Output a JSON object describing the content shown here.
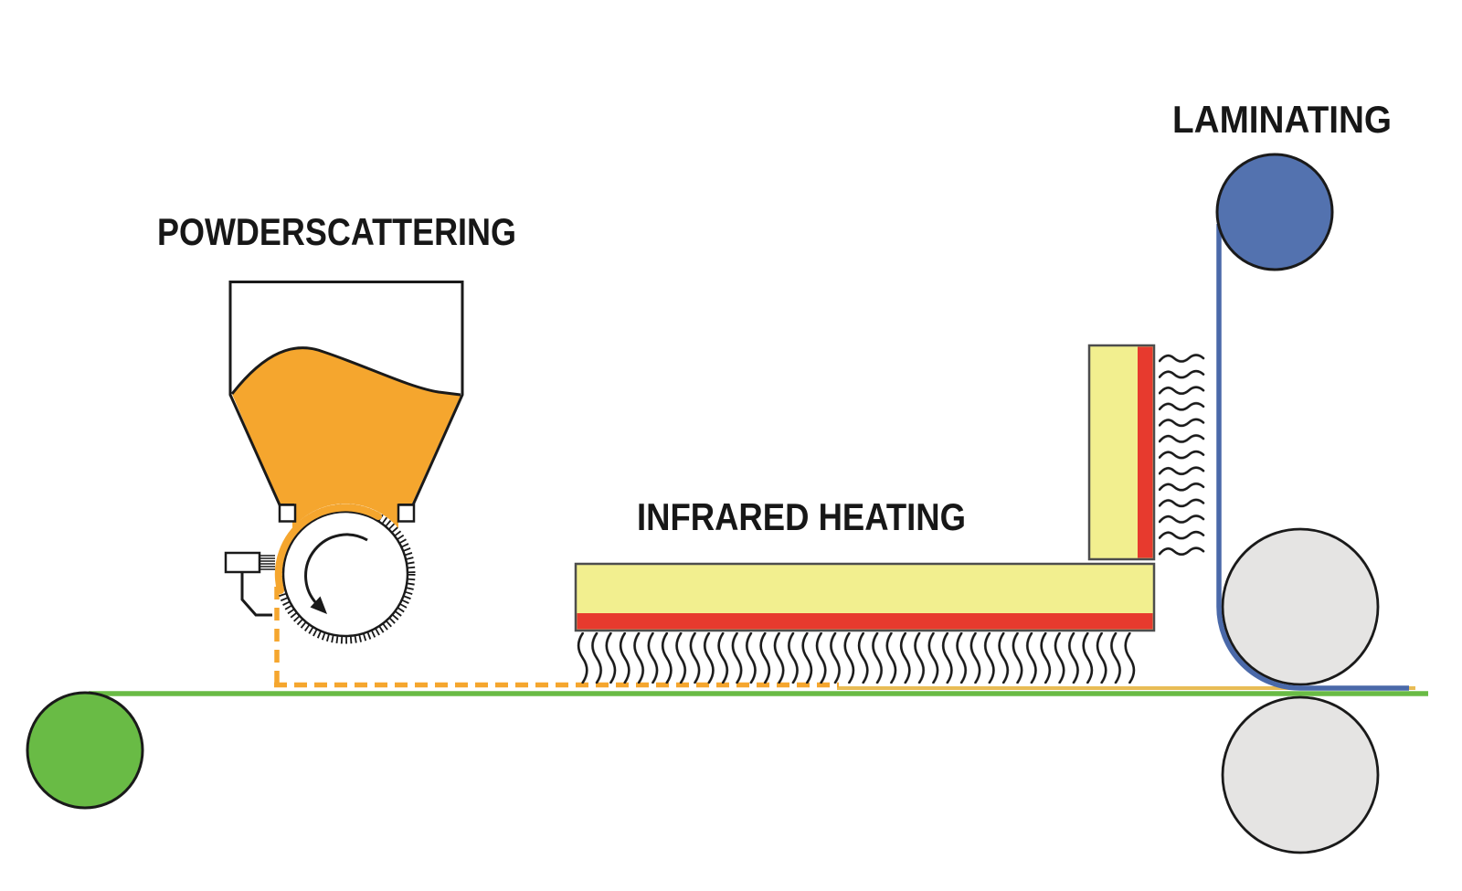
{
  "stages": {
    "powderscattering": {
      "label": "POWDERSCATTERING"
    },
    "infrared_heating": {
      "label": "INFRARED HEATING"
    },
    "laminating": {
      "label": "LAMINATING"
    }
  },
  "colors": {
    "powder_orange": "#F5A62E",
    "melted_powder": "#E8BC55",
    "heater_yellow": "#F2EF8F",
    "heater_red": "#E73A2E",
    "substrate_green": "#69BB45",
    "film_blue_fill": "#5372AF",
    "film_blue_line": "#4A69A9",
    "roller_gray": "#E5E4E3",
    "outline_black": "#1A1A1A"
  }
}
